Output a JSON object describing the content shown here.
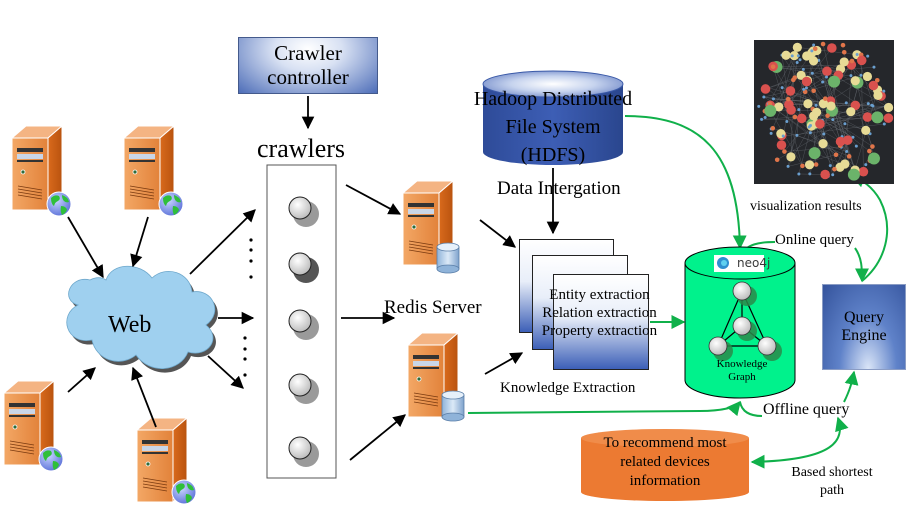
{
  "diagram": {
    "crawler_controller": "Crawler controller",
    "crawlers_label": "crawlers",
    "web_label": "Web",
    "redis_label": "Redis Server",
    "hdfs_label_line1": "Hadoop Distributed",
    "hdfs_label_line2": "File System",
    "hdfs_label_line3": "(HDFS)",
    "data_integration": "Data Intergation",
    "extraction": {
      "line1": "Entity extraction",
      "line2": "Relation extraction",
      "line3": "Property extraction"
    },
    "knowledge_extraction": "Knowledge Extraction",
    "neo4j_logo": "neo4j",
    "knowledge_graph_line1": "Knowledge",
    "knowledge_graph_line2": "Graph",
    "online_query": "Online query",
    "offline_query": "Offline query",
    "query_engine_line1": "Query",
    "query_engine_line2": "Engine",
    "visualization_results": "visualization results",
    "recommend_line1": "To recommend most",
    "recommend_line2": "related devices",
    "recommend_line3": "information",
    "shortest_path_line1": "Based shortest",
    "shortest_path_line2": "path",
    "colors": {
      "server_orange": "#e07a2e",
      "cloud_blue": "#9fd0ef",
      "hdfs_blue": "#3554a5",
      "kg_green": "#00f28c",
      "flow_green": "#10b04a",
      "recommend_orange": "#ec7a32",
      "viz_bg": "#25272b"
    }
  }
}
